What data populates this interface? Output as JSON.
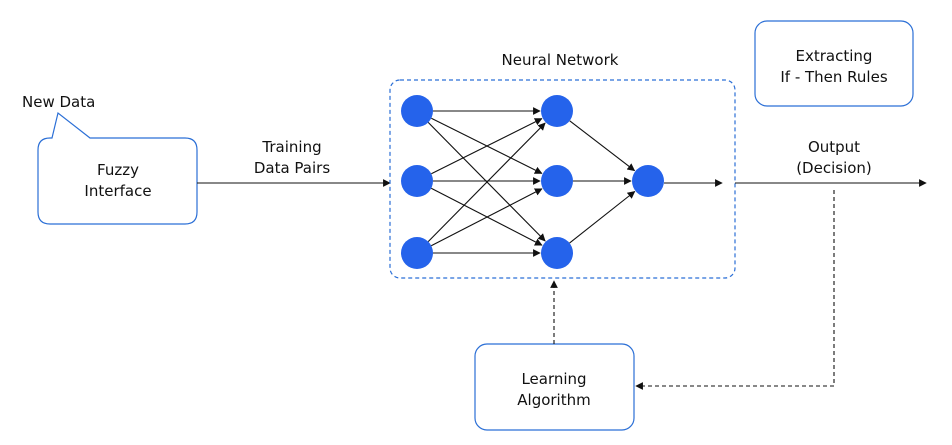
{
  "labels": {
    "new_data": "New Data",
    "fuzzy_l1": "Fuzzy",
    "fuzzy_l2": "Interface",
    "training_l1": "Training",
    "training_l2": "Data Pairs",
    "neural_network": "Neural Network",
    "rules_l1": "Extracting",
    "rules_l2": "If - Then Rules",
    "output_l1": "Output",
    "output_l2": "(Decision)",
    "learning_l1": "Learning",
    "learning_l2": "Algorithm"
  },
  "colors": {
    "node": "#2563eb",
    "box_border": "#2b6fd6",
    "line": "#111111"
  },
  "network": {
    "layers": [
      3,
      3,
      1
    ]
  }
}
